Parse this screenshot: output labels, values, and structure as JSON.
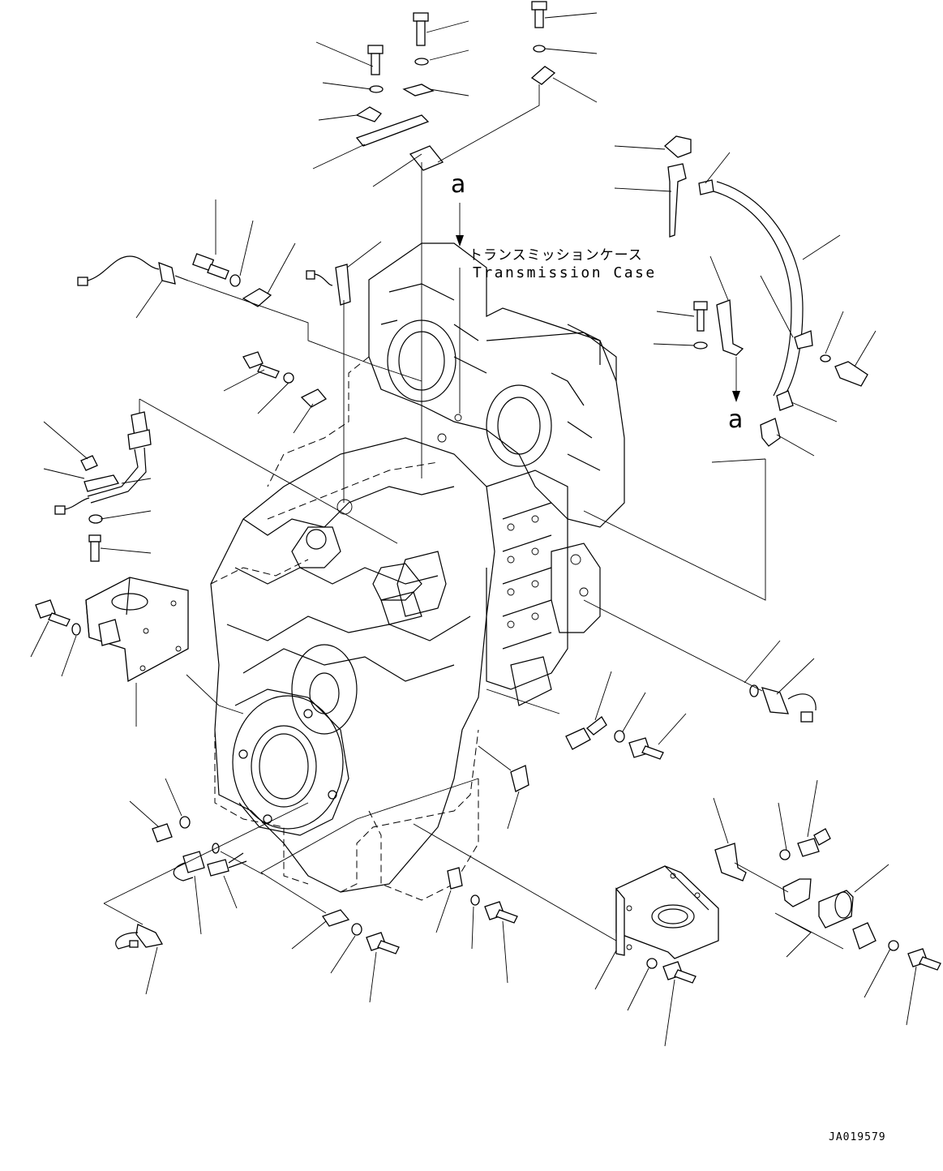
{
  "diagram": {
    "title_jp": "トランスミッションケース",
    "title_en": "Transmission Case",
    "reference_mark": "a",
    "drawing_code": "JA019579"
  }
}
